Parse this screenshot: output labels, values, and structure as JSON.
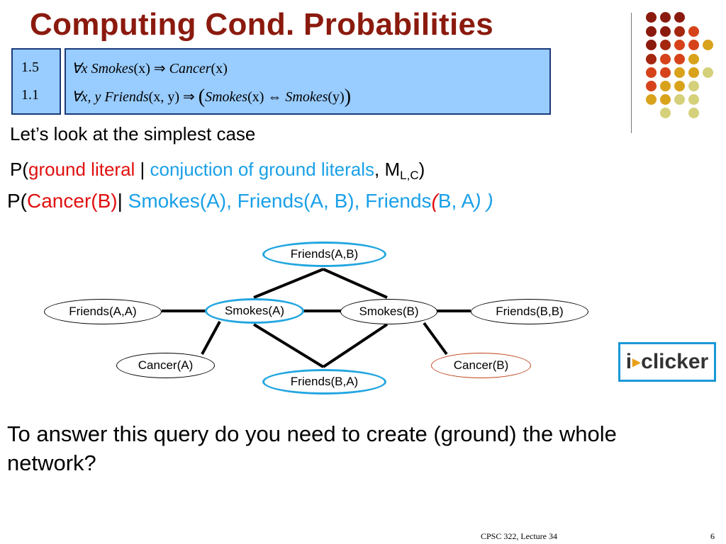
{
  "slide": {
    "title": "Computing Cond. Probabilities"
  },
  "mln": {
    "weights": [
      "1.5",
      "1.1"
    ],
    "formula1": {
      "quant": "∀x",
      "lhs": "Smokes",
      "lhs_arg": "(x)",
      "imp": "⇒",
      "rhs": "Cancer",
      "rhs_arg": "(x)"
    },
    "formula2": {
      "quant": "∀x, y",
      "lhs": "Friends",
      "lhs_arg": "(x, y)",
      "imp": "⇒",
      "open": "(",
      "a": "Smokes",
      "a_arg": "(x)",
      "iff": "⇔",
      "b": "Smokes",
      "b_arg": "(y)",
      "close": ")"
    }
  },
  "text": {
    "intro": "Let’s look at the simplest case",
    "schema_p": "P(",
    "schema_ground": "ground literal",
    "schema_bar": " | ",
    "schema_conj": "conjuction of ground literals",
    "schema_comma": ", M",
    "schema_sub": "L,C",
    "schema_close": ")",
    "query_p": "P(",
    "query_target": "Cancer(B)",
    "query_bar": "| ",
    "query_evidence": "Smokes(A), Friends(A, B), Friends",
    "query_evidence_paren": "(",
    "query_evidence_end": "B, A",
    "query_evidence_close": ") ",
    "query_close": ")",
    "question": "To answer this query do you need to create (ground) the whole network?"
  },
  "network": {
    "nodes": {
      "friends_ab": "Friends(A,B)",
      "friends_aa": "Friends(A,A)",
      "smokes_a": "Smokes(A)",
      "smokes_b": "Smokes(B)",
      "friends_bb": "Friends(B,B)",
      "cancer_a": "Cancer(A)",
      "cancer_b": "Cancer(B)",
      "friends_ba": "Friends(B,A)"
    }
  },
  "logo": {
    "left": "i",
    "right": "clicker"
  },
  "footer": {
    "course": "CPSC 322, Lecture 34",
    "page": "6"
  },
  "colors": {
    "title": "#8b1a0e",
    "query_red": "#e01010",
    "evidence_blue": "#1aa0e8",
    "formula_box": "#99ccff",
    "highlight_node": "#22a6e0",
    "query_node": "#c0421a",
    "logo_border": "#1a98d8"
  }
}
